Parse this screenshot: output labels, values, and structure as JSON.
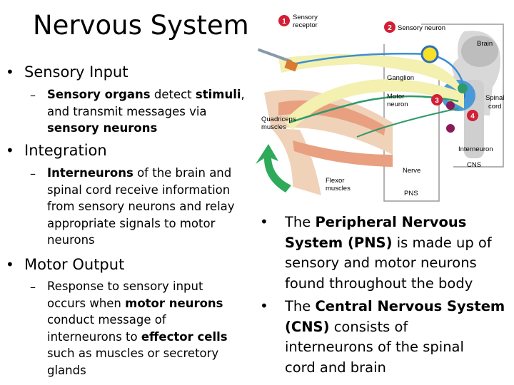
{
  "slide": {
    "title": "Nervous System",
    "left": {
      "b1": "Sensory Input",
      "b1_sub": [
        [
          {
            "t": "Sensory organs",
            "b": true
          },
          {
            "t": " detect ",
            "b": false
          },
          {
            "t": "stimuli",
            "b": true
          },
          {
            "t": ",",
            "b": false
          }
        ],
        [
          {
            "t": "and transmit messages via",
            "b": false
          }
        ],
        [
          {
            "t": "sensory neurons",
            "b": true
          }
        ]
      ],
      "b2": "Integration",
      "b2_sub": [
        [
          {
            "t": "Interneurons",
            "b": true
          },
          {
            "t": " of the brain and",
            "b": false
          }
        ],
        [
          {
            "t": "spinal cord receive information",
            "b": false
          }
        ],
        [
          {
            "t": "from sensory neurons and relay",
            "b": false
          }
        ],
        [
          {
            "t": "appropriate signals to motor",
            "b": false
          }
        ],
        [
          {
            "t": "neurons",
            "b": false
          }
        ]
      ],
      "b3": "Motor Output",
      "b3_sub": [
        [
          {
            "t": "Response to sensory input",
            "b": false
          }
        ],
        [
          {
            "t": "occurs when ",
            "b": false
          },
          {
            "t": "motor neurons",
            "b": true
          }
        ],
        [
          {
            "t": "conduct message of",
            "b": false
          }
        ],
        [
          {
            "t": "interneurons to ",
            "b": false
          },
          {
            "t": "effector cells",
            "b": true
          }
        ],
        [
          {
            "t": "such as muscles or secretory",
            "b": false
          }
        ],
        [
          {
            "t": "glands",
            "b": false
          }
        ]
      ]
    },
    "right": {
      "r1": [
        [
          {
            "t": "The ",
            "b": false
          },
          {
            "t": "Peripheral Nervous",
            "b": true
          }
        ],
        [
          {
            "t": "System (PNS)",
            "b": true
          },
          {
            "t": " is made up of",
            "b": false
          }
        ],
        [
          {
            "t": "sensory and motor neurons",
            "b": false
          }
        ],
        [
          {
            "t": "found throughout the body",
            "b": false
          }
        ]
      ],
      "r2": [
        [
          {
            "t": "The ",
            "b": false
          },
          {
            "t": "Central Nervous System",
            "b": true
          }
        ],
        [
          {
            "t": "(CNS)",
            "b": true
          },
          {
            "t": " consists of",
            "b": false
          }
        ],
        [
          {
            "t": "interneurons of the spinal",
            "b": false
          }
        ],
        [
          {
            "t": "cord and brain",
            "b": false
          }
        ]
      ]
    },
    "diagram": {
      "labels": {
        "sensory_receptor_1": "Sensory",
        "sensory_receptor_2": "receptor",
        "sensory_neuron": "Sensory neuron",
        "brain": "Brain",
        "ganglion": "Ganglion",
        "motor_neuron_1": "Motor",
        "motor_neuron_2": "neuron",
        "spinal_cord_1": "Spinal",
        "spinal_cord_2": "cord",
        "quadriceps_1": "Quadriceps",
        "quadriceps_2": "muscles",
        "interneuron": "Interneuron",
        "nerve": "Nerve",
        "cns": "CNS",
        "flexor_1": "Flexor",
        "flexor_2": "muscles",
        "pns": "PNS",
        "n1": "1",
        "n2": "2",
        "n3": "3",
        "n4": "4"
      },
      "colors": {
        "sensory": "#3b8fd4",
        "motor": "#2e9a6a",
        "interneuron_dot": "#8a1a5a",
        "step_badge": "#d21f35",
        "nerve_band": "#f3f0b0",
        "arrow": "#2faa5a"
      }
    },
    "bullet_glyph": "•",
    "dash_glyph": "–"
  }
}
